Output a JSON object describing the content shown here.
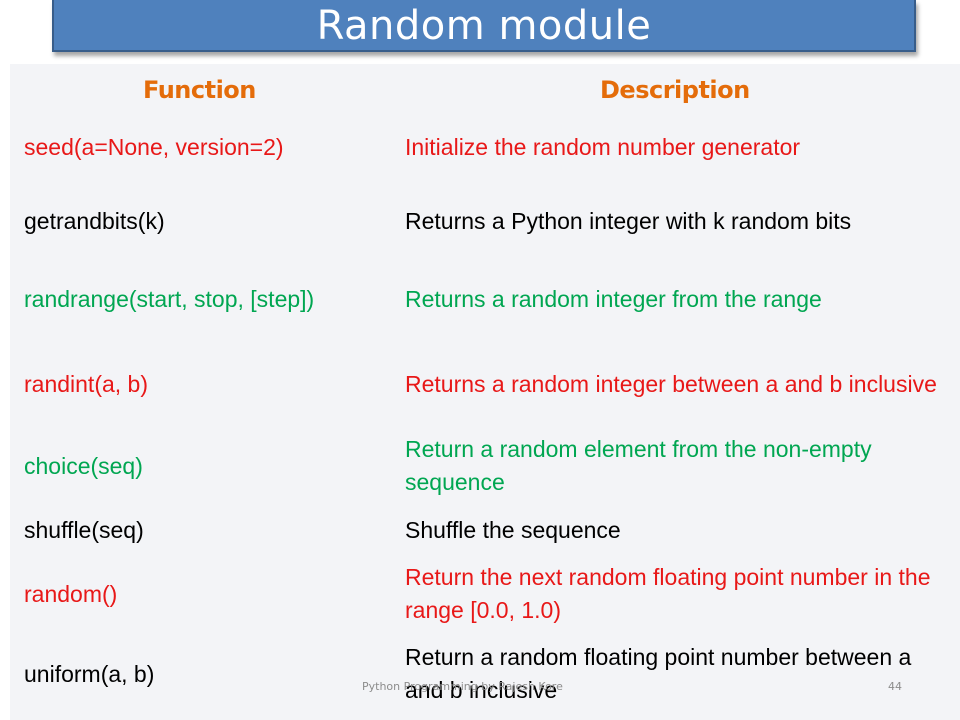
{
  "slide": {
    "title": "Random module",
    "footer": "Python Programming by Rajesh Kore",
    "page_number": "44"
  },
  "colors": {
    "title_bg": "#4f81bd",
    "header": "#e46c0a",
    "black": "#000000",
    "green": "#00a651",
    "red": "#e81818"
  },
  "table": {
    "headers": {
      "function": "Function",
      "description": "Description"
    },
    "rows": [
      {
        "function": "seed(a=None, version=2)",
        "description": "Initialize the random number generator",
        "color": "red"
      },
      {
        "function": "getrandbits(k)",
        "description": "Returns a Python integer with k random bits",
        "color": "black"
      },
      {
        "function": "randrange(start, stop, [step])",
        "description": "Returns a random integer from the range",
        "color": "green"
      },
      {
        "function": "randint(a, b)",
        "description": "Returns a random integer between a and b inclusive",
        "color": "red"
      },
      {
        "function": "choice(seq)",
        "description": "Return a random element from the non-empty sequence",
        "color": "green"
      },
      {
        "function": "shuffle(seq)",
        "description": "Shuffle the sequence",
        "color": "black"
      },
      {
        "function": "random()",
        "description": "Return the next random floating point number in the range [0.0, 1.0)",
        "color": "red"
      },
      {
        "function": "uniform(a, b)",
        "description": "Return a random floating point number between a and b inclusive",
        "color": "black"
      }
    ]
  }
}
